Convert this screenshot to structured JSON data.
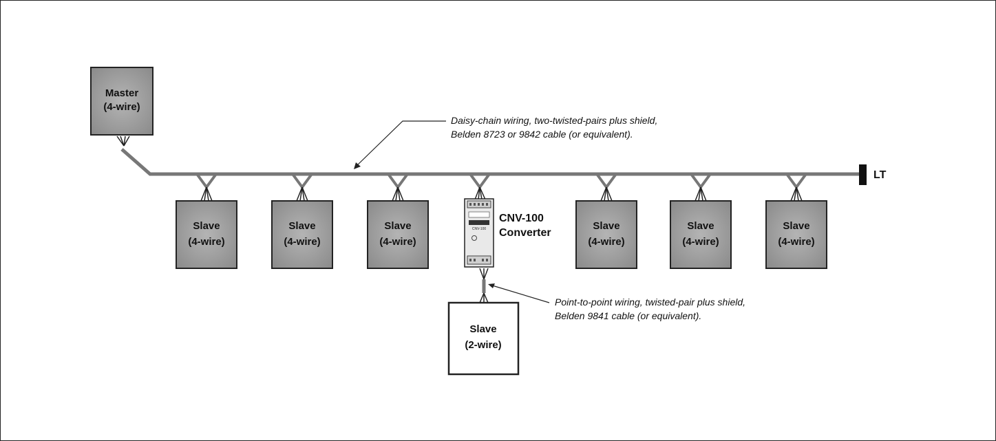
{
  "master": {
    "line1": "Master",
    "line2": "(4-wire)"
  },
  "slaves_4wire": [
    {
      "line1": "Slave",
      "line2": "(4-wire)"
    },
    {
      "line1": "Slave",
      "line2": "(4-wire)"
    },
    {
      "line1": "Slave",
      "line2": "(4-wire)"
    },
    {
      "line1": "Slave",
      "line2": "(4-wire)"
    },
    {
      "line1": "Slave",
      "line2": "(4-wire)"
    },
    {
      "line1": "Slave",
      "line2": "(4-wire)"
    }
  ],
  "slave_2wire": {
    "line1": "Slave",
    "line2": "(2-wire)"
  },
  "converter": {
    "line1": "CNV-100",
    "line2": "Converter",
    "device_text": "CNV-100"
  },
  "terminator": {
    "label": "LT"
  },
  "notes": {
    "daisy_chain": {
      "line1": "Daisy-chain wiring, two-twisted-pairs plus shield,",
      "line2": "Belden 8723 or 9842 cable (or equivalent)."
    },
    "point_to_point": {
      "line1": "Point-to-point wiring, twisted-pair plus shield,",
      "line2": "Belden 9841 cable (or equivalent)."
    }
  },
  "colors": {
    "box_fill": "#9a9a9a",
    "cable": "#777777",
    "terminator": "#111111"
  }
}
